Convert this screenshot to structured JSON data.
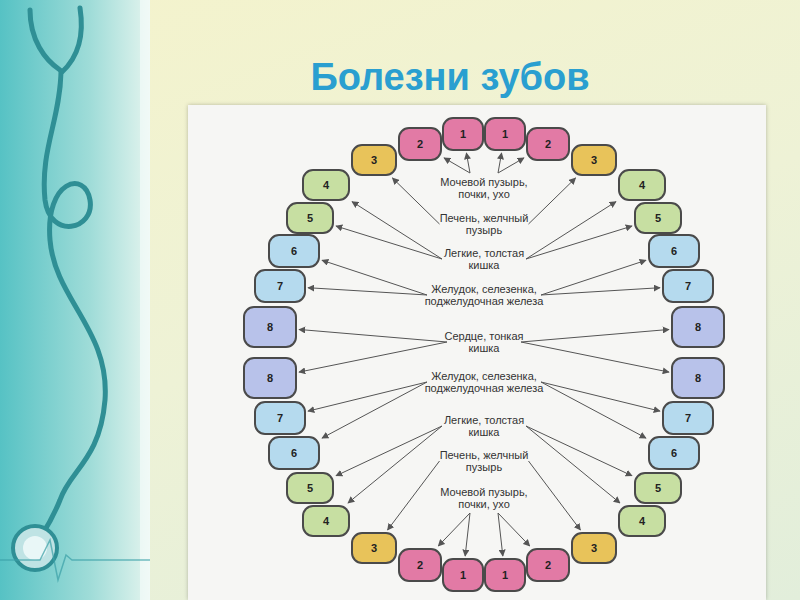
{
  "diagram": {
    "title": "Болезни зубов",
    "nodes": [
      {
        "text": [
          "8"
        ]
      },
      {
        "text": [
          "7"
        ]
      },
      {
        "text": [
          "6"
        ]
      },
      {
        "text": [
          "5"
        ]
      },
      {
        "text": [
          "4"
        ]
      },
      {
        "text": [
          "3"
        ]
      },
      {
        "text": [
          "2"
        ]
      },
      {
        "text": [
          "1"
        ]
      },
      {
        "text": [
          "1"
        ]
      },
      {
        "text": [
          "2"
        ]
      },
      {
        "text": [
          "3"
        ]
      },
      {
        "text": [
          "4"
        ]
      },
      {
        "text": [
          "5"
        ]
      },
      {
        "text": [
          "6"
        ]
      },
      {
        "text": [
          "7"
        ]
      },
      {
        "text": [
          "8"
        ]
      },
      {
        "text": [
          "8"
        ]
      },
      {
        "text": [
          "7"
        ]
      },
      {
        "text": [
          "6"
        ]
      },
      {
        "text": [
          "5"
        ]
      },
      {
        "text": [
          "4"
        ]
      },
      {
        "text": [
          "3"
        ]
      },
      {
        "text": [
          "2"
        ]
      },
      {
        "text": [
          "1"
        ]
      },
      {
        "text": [
          "1"
        ]
      },
      {
        "text": [
          "2"
        ]
      },
      {
        "text": [
          "3"
        ]
      },
      {
        "text": [
          "4"
        ]
      },
      {
        "text": [
          "5"
        ]
      },
      {
        "text": [
          "6"
        ]
      },
      {
        "text": [
          "7"
        ]
      },
      {
        "text": [
          "8"
        ]
      }
    ],
    "labels": [
      "Мочевой пузырь, почки, ухо",
      "Печень, желчный пузырь",
      "Легкие, толстая кишка",
      "Желудок, селезенка, поджелудочная железа",
      "Сердце, тонкая кишка",
      "Желудок, селезенка, поджелудочная железа",
      "Легкие, толстая кишка",
      "Печень, желчный пузырь",
      "Мочевой пузырь, почки, ухо"
    ]
  }
}
